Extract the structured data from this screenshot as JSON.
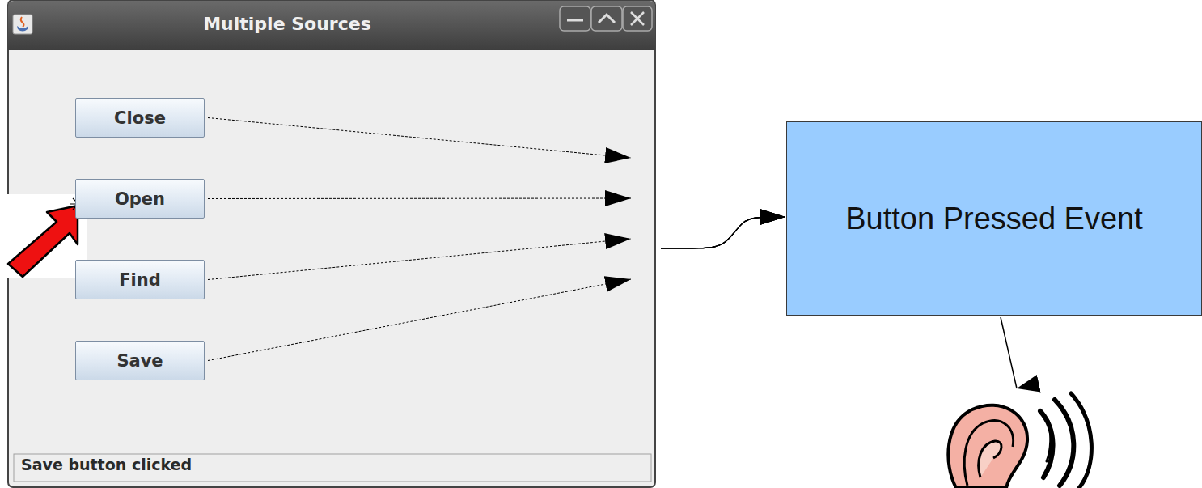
{
  "diagram": {
    "nodes": [
      {
        "text": [
          "Multiple Sources",
          "Save button clicked"
        ]
      },
      {
        "text": [
          "Close"
        ],
        "in": 0
      },
      {
        "text": [
          "Open"
        ],
        "in": 0
      },
      {
        "text": [
          "Find"
        ],
        "in": 0
      },
      {
        "text": [
          "Save"
        ],
        "in": 0
      },
      {
        "text": [
          "Button Pressed Event"
        ]
      }
    ],
    "edges": [
      {
        "from": 1,
        "to": 5,
        "arrow": "to"
      },
      {
        "from": 2,
        "to": 5,
        "arrow": "to"
      },
      {
        "from": 3,
        "to": 5,
        "arrow": "to"
      },
      {
        "from": 4,
        "to": 5,
        "arrow": "to"
      }
    ]
  }
}
